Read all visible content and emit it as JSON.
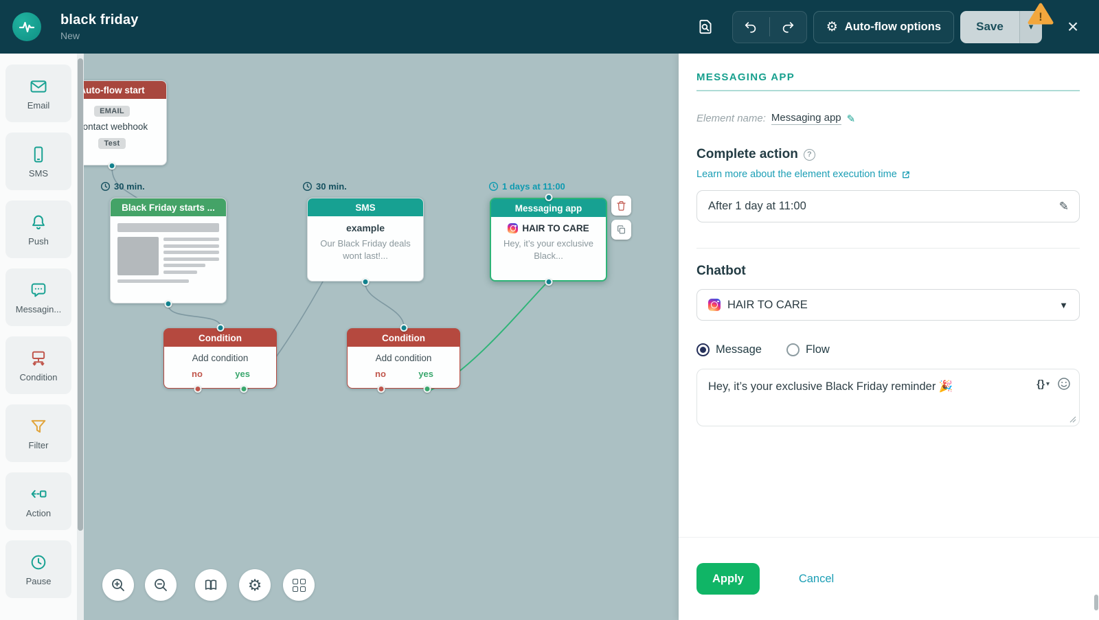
{
  "colors": {
    "topbar-bg": "#0d3d4b",
    "teal": "#17a192",
    "green": "#44a367",
    "red": "#b54c41",
    "canvas-bg": "#abc0c3",
    "link": "#1b9eb5",
    "apply-green": "#10b566",
    "panel-heading": "#18a08e",
    "warning": "#f2a73d",
    "navy": "#25305a"
  },
  "topbar": {
    "title": "black friday",
    "subtitle": "New",
    "autoflow_options": "Auto-flow options",
    "save": "Save"
  },
  "sidebar": {
    "items": [
      {
        "label": "Email",
        "icon": "email-icon"
      },
      {
        "label": "SMS",
        "icon": "sms-icon"
      },
      {
        "label": "Push",
        "icon": "push-icon"
      },
      {
        "label": "Messagin...",
        "icon": "messaging-icon"
      },
      {
        "label": "Condition",
        "icon": "condition-icon"
      },
      {
        "label": "Filter",
        "icon": "filter-icon"
      },
      {
        "label": "Action",
        "icon": "action-icon"
      },
      {
        "label": "Pause",
        "icon": "pause-icon"
      }
    ]
  },
  "canvas": {
    "start": {
      "title": "Auto-flow start",
      "channel_badge": "EMAIL",
      "name": "Contact webhook",
      "tag": "Test"
    },
    "delay_email": "30 min.",
    "email": {
      "title": "Black Friday starts ..."
    },
    "condition1": {
      "title": "Condition",
      "body": "Add condition",
      "no": "no",
      "yes": "yes"
    },
    "delay_sms": "30 min.",
    "sms": {
      "title": "SMS",
      "name": "example",
      "preview": "Our Black Friday deals wont last!..."
    },
    "condition2": {
      "title": "Condition",
      "body": "Add condition",
      "no": "no",
      "yes": "yes"
    },
    "delay_messaging": "1 days at 11:00",
    "messaging": {
      "title": "Messaging app",
      "chatbot": "HAIR TO CARE",
      "preview": "Hey, it’s your exclusive Black..."
    }
  },
  "panel": {
    "heading": "MESSAGING APP",
    "element_name_label": "Element name:",
    "element_name": "Messaging app",
    "complete_action": "Complete action",
    "learn_more": "Learn more about the element execution time",
    "execution_time": "After 1 day at 11:00",
    "chatbot_label": "Chatbot",
    "chatbot_value": "HAIR TO CARE",
    "radio_message": "Message",
    "radio_flow": "Flow",
    "message_text": "Hey, it’s your exclusive Black Friday reminder 🎉",
    "apply": "Apply",
    "cancel": "Cancel"
  }
}
